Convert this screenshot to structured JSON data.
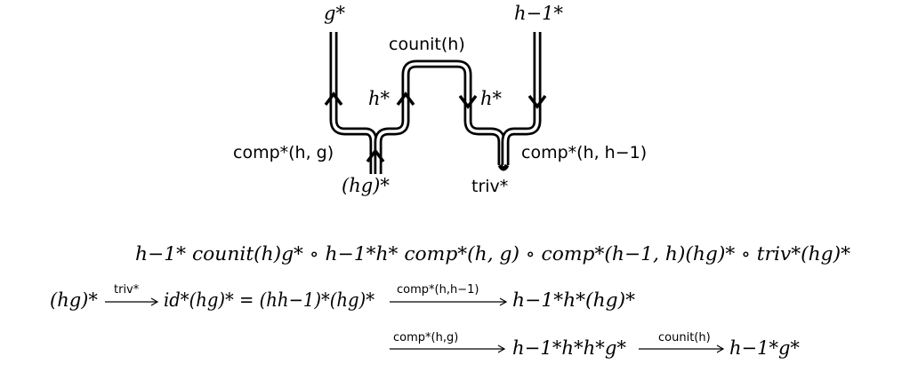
{
  "diagram": {
    "labels": {
      "g_star": "g*",
      "h_inv_star_top": "h−1*",
      "counit": "counit(h)",
      "h_star_low": "h*",
      "h_star_up": "h*",
      "comp_star_lower": "comp*(h, g)",
      "comp_star_upper": "comp*(h, h−1)",
      "hg_star": "(hg)*",
      "triv": "triv*"
    }
  },
  "equations": {
    "line1": "h−1* counit(h)g* ∘ h−1*h* comp*(h, g) ∘ comp*(h−1, h)(hg)* ∘ triv*(hg)*",
    "line2_left": "(hg)*",
    "line2_arrow": "triv*",
    "line2_middle": "id*(hg)* = (hh−1)*(hg)*",
    "line2_arrow2": "comp*(h,h−1)",
    "line2_right": "h−1*h*(hg)*",
    "line3_arrow1": "comp*(h,g)",
    "line3_mid": "h−1*h*h*g*",
    "line3_arrow2": "counit(h)",
    "line3_right": "h−1*g*"
  }
}
